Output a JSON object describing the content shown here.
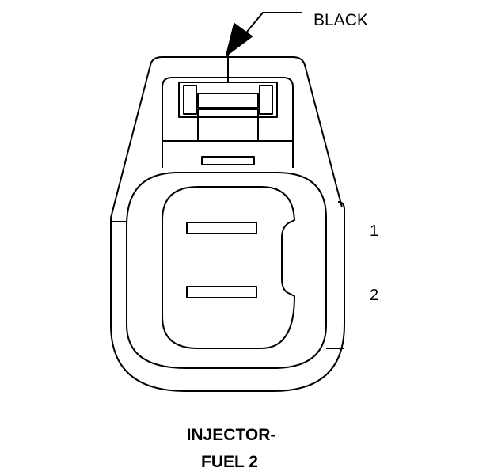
{
  "connector": {
    "color": "BLACK",
    "name_line1": "INJECTOR-",
    "name_line2": "FUEL 2",
    "pins": [
      "1",
      "2"
    ]
  },
  "colors": {
    "stroke": "#000000",
    "background": "#ffffff"
  }
}
